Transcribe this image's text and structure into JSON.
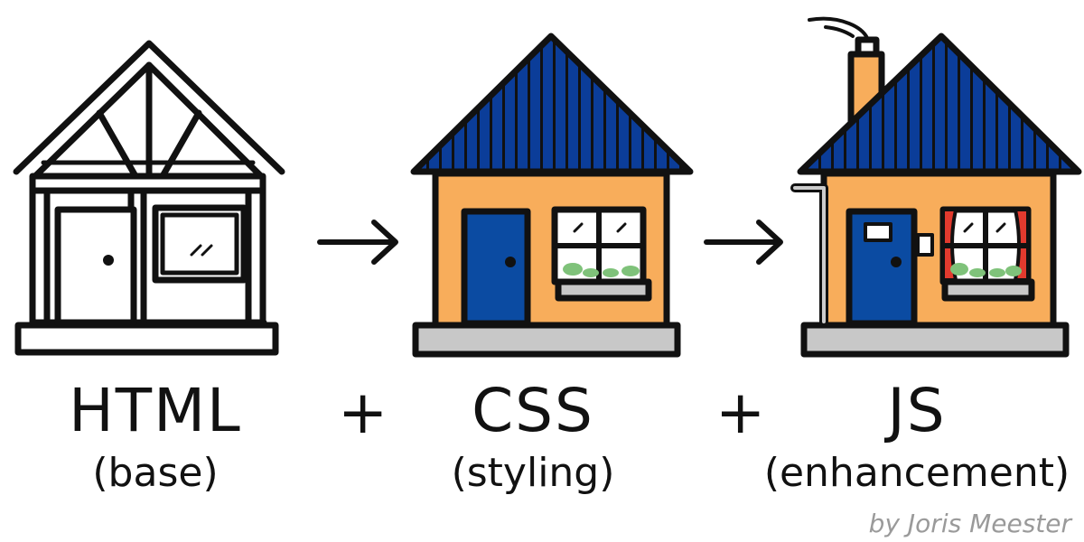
{
  "diagram": {
    "stages": [
      {
        "label": "HTML",
        "sublabel": "(base)"
      },
      {
        "label": "CSS",
        "sublabel": "(styling)"
      },
      {
        "label": "JS",
        "sublabel": "(enhancement)"
      }
    ],
    "operators": [
      "+",
      "+"
    ],
    "credit": "by Joris Meester"
  },
  "colors": {
    "outline": "#111111",
    "roof": "#0b3d99",
    "wall": "#f8ad5b",
    "door": "#0b4ba2",
    "foundation": "#c8c8c8",
    "plant": "#7fc27a",
    "curtain": "#e23a2e",
    "gutter": "#cccccc",
    "credit": "#9a9a9a"
  }
}
